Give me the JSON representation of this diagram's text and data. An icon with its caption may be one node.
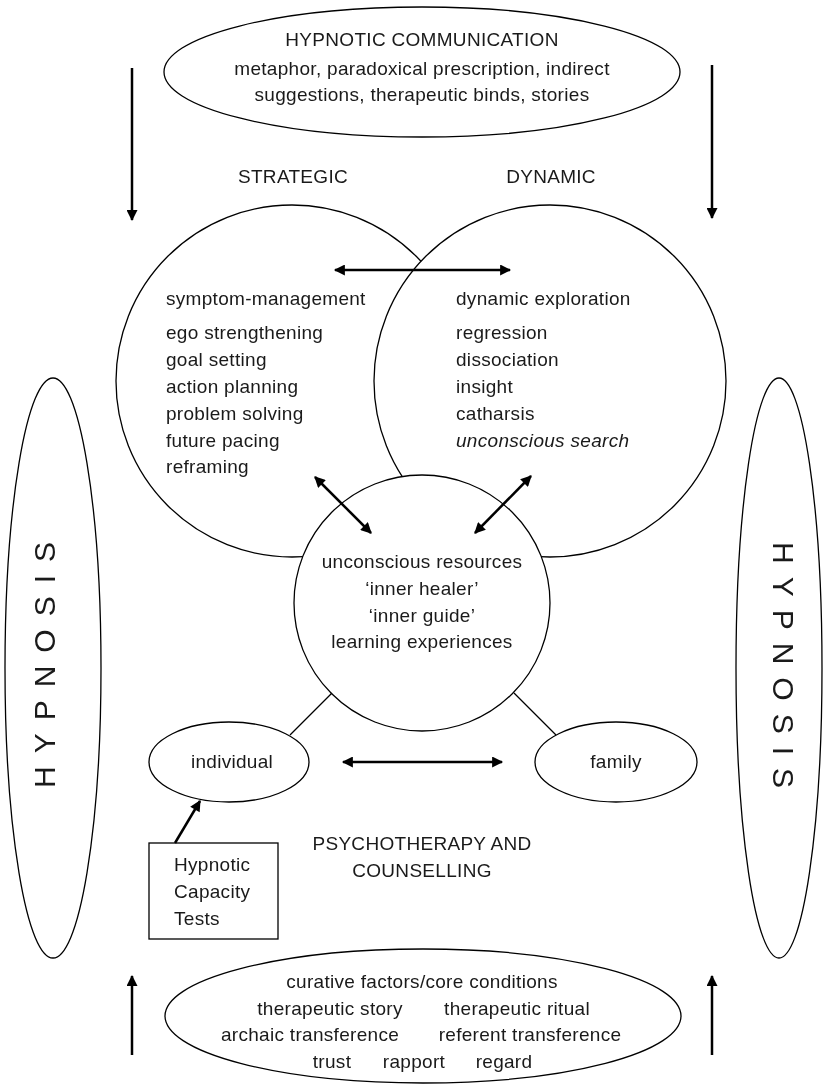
{
  "diagram": {
    "nodes": [
      {
        "text": [
          "HYPNOTIC COMMUNICATION",
          "metaphor, paradoxical prescription, indirect suggestions, therapeutic binds, stories"
        ]
      },
      {
        "text": [
          "STRATEGIC",
          "symptom-management",
          "ego strengthening",
          "goal setting",
          "action planning",
          "problem solving",
          "future pacing",
          "reframing"
        ]
      },
      {
        "text": [
          "DYNAMIC",
          "dynamic exploration",
          "regression",
          "dissociation",
          "insight",
          "catharsis",
          "unconscious search"
        ]
      },
      {
        "text": [
          "unconscious resources",
          "‘inner healer’",
          "‘inner guide’",
          "learning experiences"
        ]
      },
      {
        "text": [
          "individual"
        ]
      },
      {
        "text": [
          "family"
        ]
      },
      {
        "text": [
          "Hypnotic Capacity Tests"
        ]
      },
      {
        "text": [
          "curative factors/core conditions",
          "therapeutic story",
          "therapeutic ritual",
          "archaic transference",
          "referent transference",
          "trust",
          "rapport",
          "regard"
        ]
      },
      {
        "text": [
          "HYPNOSIS"
        ]
      },
      {
        "text": [
          "HYPNOSIS"
        ]
      }
    ],
    "edges": [
      {
        "from": 1,
        "to": 2,
        "arrow": "both"
      },
      {
        "from": 1,
        "to": 3,
        "arrow": "both"
      },
      {
        "from": 2,
        "to": 3,
        "arrow": "both"
      },
      {
        "from": 3,
        "to": 4,
        "arrow": "none"
      },
      {
        "from": 3,
        "to": 5,
        "arrow": "none"
      },
      {
        "from": 4,
        "to": 5,
        "arrow": "both"
      },
      {
        "from": 6,
        "to": 4,
        "arrow": "to"
      }
    ],
    "labels": [
      "PSYCHOTHERAPY AND COUNSELLING"
    ]
  }
}
